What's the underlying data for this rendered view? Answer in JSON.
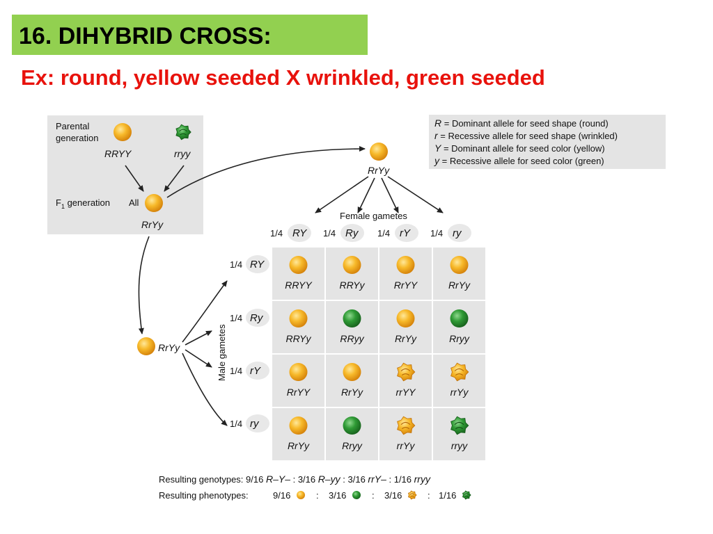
{
  "slide": {
    "title": "16. DIHYBRID CROSS:",
    "subtitle": "Ex: round, yellow seeded X wrinkled, green seeded"
  },
  "colors": {
    "title_bg": "#92d050",
    "subtitle": "#e8120c",
    "panel_bg": "#e4e4e4",
    "grid_line": "#ffffff",
    "yellow_seed": "#f1a51a",
    "green_seed": "#2f8f32",
    "oval": "#e8e8e8"
  },
  "parental": {
    "label_line1": "Parental",
    "label_line2": "generation",
    "parent1": "RRYY",
    "parent2": "rryy",
    "f1_label_prefix": "F",
    "f1_label_sub": "1",
    "f1_label_suffix": " generation",
    "f1_all": "All",
    "f1_genotype": "RrYy"
  },
  "legend": [
    {
      "symbol": "R",
      "text": " = Dominant allele for seed shape (round)"
    },
    {
      "symbol": "r",
      "text": "  = Recessive allele for seed shape (wrinkled)"
    },
    {
      "symbol": "Y",
      "text": " = Dominant allele for seed color (yellow)"
    },
    {
      "symbol": "y",
      "text": " = Recessive allele for seed color (green)"
    }
  ],
  "female": {
    "genotype": "RrYy",
    "label": "Female gametes",
    "gametes": [
      {
        "freq": "1/4",
        "allele": "RY"
      },
      {
        "freq": "1/4",
        "allele": "Ry"
      },
      {
        "freq": "1/4",
        "allele": "rY"
      },
      {
        "freq": "1/4",
        "allele": "ry"
      }
    ]
  },
  "male": {
    "genotype": "RrYy",
    "label": "Male gametes",
    "gametes": [
      {
        "freq": "1/4",
        "allele": "RY"
      },
      {
        "freq": "1/4",
        "allele": "Ry"
      },
      {
        "freq": "1/4",
        "allele": "rY"
      },
      {
        "freq": "1/4",
        "allele": "ry"
      }
    ]
  },
  "punnett": [
    [
      {
        "genotype": "RRYY",
        "seed": "round-yellow"
      },
      {
        "genotype": "RRYy",
        "seed": "round-yellow"
      },
      {
        "genotype": "RrYY",
        "seed": "round-yellow"
      },
      {
        "genotype": "RrYy",
        "seed": "round-yellow"
      }
    ],
    [
      {
        "genotype": "RRYy",
        "seed": "round-yellow"
      },
      {
        "genotype": "RRyy",
        "seed": "round-green"
      },
      {
        "genotype": "RrYy",
        "seed": "round-yellow"
      },
      {
        "genotype": "Rryy",
        "seed": "round-green"
      }
    ],
    [
      {
        "genotype": "RrYY",
        "seed": "round-yellow"
      },
      {
        "genotype": "RrYy",
        "seed": "round-yellow"
      },
      {
        "genotype": "rrYY",
        "seed": "wrinkled-yellow"
      },
      {
        "genotype": "rrYy",
        "seed": "wrinkled-yellow"
      }
    ],
    [
      {
        "genotype": "RrYy",
        "seed": "round-yellow"
      },
      {
        "genotype": "Rryy",
        "seed": "round-green"
      },
      {
        "genotype": "rrYy",
        "seed": "wrinkled-yellow"
      },
      {
        "genotype": "rryy",
        "seed": "wrinkled-green"
      }
    ]
  ],
  "results": {
    "genotypes_label": "Resulting genotypes:",
    "genotypes": [
      {
        "ratio": "9/16",
        "type": "R–Y–"
      },
      {
        "ratio": "3/16",
        "type": "R–yy"
      },
      {
        "ratio": "3/16",
        "type": "rrY–"
      },
      {
        "ratio": "1/16",
        "type": "rryy"
      }
    ],
    "separator": ":",
    "phenotypes_label": "Resulting phenotypes:",
    "phenotypes": [
      {
        "ratio": "9/16",
        "seed": "round-yellow"
      },
      {
        "ratio": "3/16",
        "seed": "round-green"
      },
      {
        "ratio": "3/16",
        "seed": "wrinkled-yellow"
      },
      {
        "ratio": "1/16",
        "seed": "wrinkled-green"
      }
    ]
  }
}
